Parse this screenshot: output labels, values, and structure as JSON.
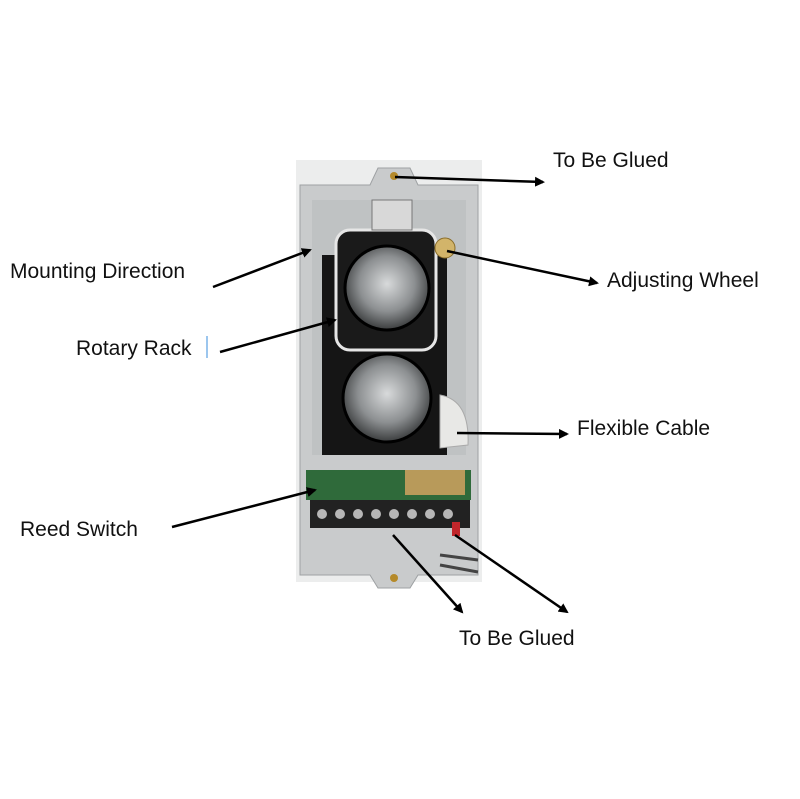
{
  "labels": {
    "to_be_glued_top": "To Be Glued",
    "mounting_direction": "Mounting Direction",
    "adjusting_wheel": "Adjusting Wheel",
    "rotary_rack": "Rotary Rack",
    "flexible_cable": "Flexible Cable",
    "reed_switch": "Reed Switch",
    "to_be_glued_bottom": "To Be Glued"
  },
  "colors": {
    "housing": "#c9cbcc",
    "lens_frame": "#1a1a1a",
    "pcb": "#2f6a3a",
    "arrow": "#000000"
  }
}
